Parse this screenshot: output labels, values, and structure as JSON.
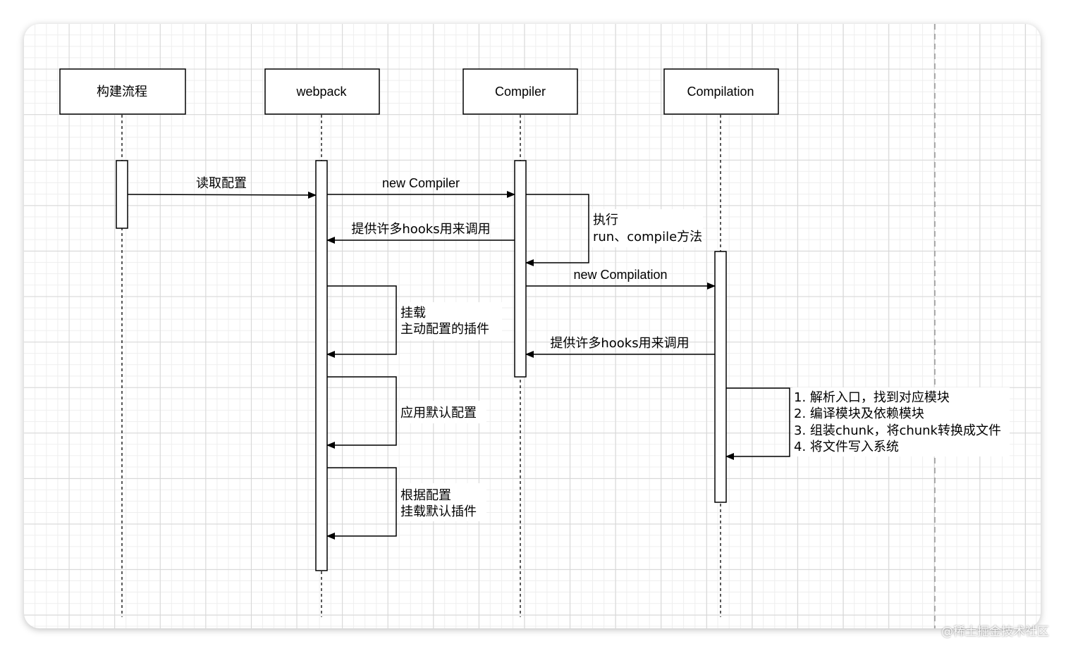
{
  "participants": [
    {
      "id": "p1",
      "label": "构建流程"
    },
    {
      "id": "p2",
      "label": "webpack"
    },
    {
      "id": "p3",
      "label": "Compiler"
    },
    {
      "id": "p4",
      "label": "Compilation"
    }
  ],
  "messages": {
    "read_config": "读取配置",
    "new_compiler": "new Compiler",
    "provide_hooks_1": "提供许多hooks用来调用",
    "exec_line1": "执行",
    "exec_line2": "run、compile方法",
    "new_compilation": "new Compilation",
    "mount_line1": "挂载",
    "mount_line2": "主动配置的插件",
    "provide_hooks_2": "提供许多hooks用来调用",
    "apply_default": "应用默认配置",
    "by_config_line1": "根据配置",
    "by_config_line2": "挂载默认插件",
    "steps": [
      "1. 解析入口，找到对应模块",
      "2. 编译模块及依赖模块",
      "3. 组装chunk，将chunk转换成文件",
      "4. 将文件写入系统"
    ]
  },
  "watermark": "@稀土掘金技术社区"
}
